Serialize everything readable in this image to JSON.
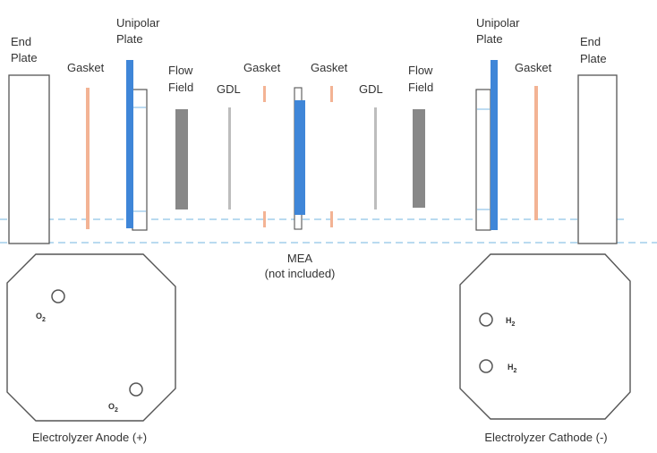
{
  "components": {
    "end_plate_left": {
      "line1": "End",
      "line2": "Plate"
    },
    "gasket_1": "Gasket",
    "unipolar_plate_left": {
      "line1": "Unipolar",
      "line2": "Plate"
    },
    "flow_field_left": {
      "line1": "Flow",
      "line2": "Field"
    },
    "gdl_left": "GDL",
    "gasket_2": "Gasket",
    "gasket_3": "Gasket",
    "gdl_right": "GDL",
    "flow_field_right": {
      "line1": "Flow",
      "line2": "Field"
    },
    "unipolar_plate_right": {
      "line1": "Unipolar",
      "line2": "Plate"
    },
    "gasket_4": "Gasket",
    "end_plate_right": {
      "line1": "End",
      "line2": "Plate"
    }
  },
  "mea": {
    "line1": "MEA",
    "line2": "(not included)"
  },
  "anode": {
    "caption": "Electrolyzer Anode (+)",
    "port_top": {
      "main": "O",
      "sub": "2"
    },
    "port_bottom": {
      "main": "O",
      "sub": "2"
    }
  },
  "cathode": {
    "caption": "Electrolyzer Cathode (-)",
    "port_top": {
      "main": "H",
      "sub": "2"
    },
    "port_bottom": {
      "main": "H",
      "sub": "2"
    }
  },
  "colors": {
    "plate_blue": "#3f86d8",
    "gasket_orange": "#f3b394",
    "flow_field_gray": "#888888",
    "gdl_gray": "#bdbdbd",
    "guide_dash": "#8fc3e8",
    "outline": "#555555"
  }
}
